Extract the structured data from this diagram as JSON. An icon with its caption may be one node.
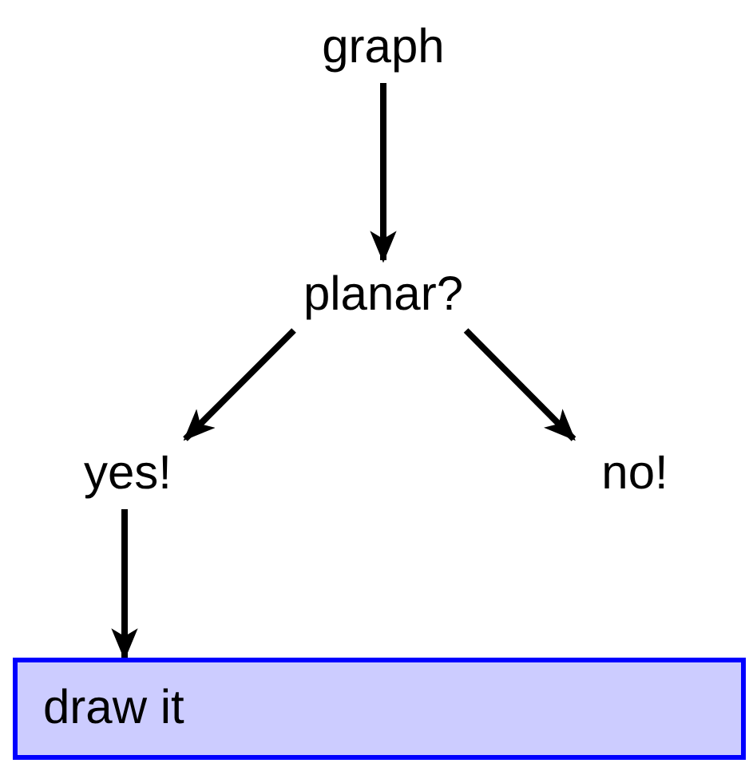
{
  "diagram": {
    "nodes": [
      {
        "text": [
          "graph"
        ]
      },
      {
        "text": [
          "planar?"
        ]
      },
      {
        "text": [
          "yes!"
        ]
      },
      {
        "text": [
          "no!"
        ]
      },
      {
        "text": [
          "draw it"
        ]
      }
    ],
    "edges": [
      {
        "from": 0,
        "to": 1,
        "arrow": "to"
      },
      {
        "from": 1,
        "to": 2,
        "arrow": "to"
      },
      {
        "from": 1,
        "to": 3,
        "arrow": "to"
      },
      {
        "from": 2,
        "to": 4,
        "arrow": "to"
      }
    ]
  }
}
